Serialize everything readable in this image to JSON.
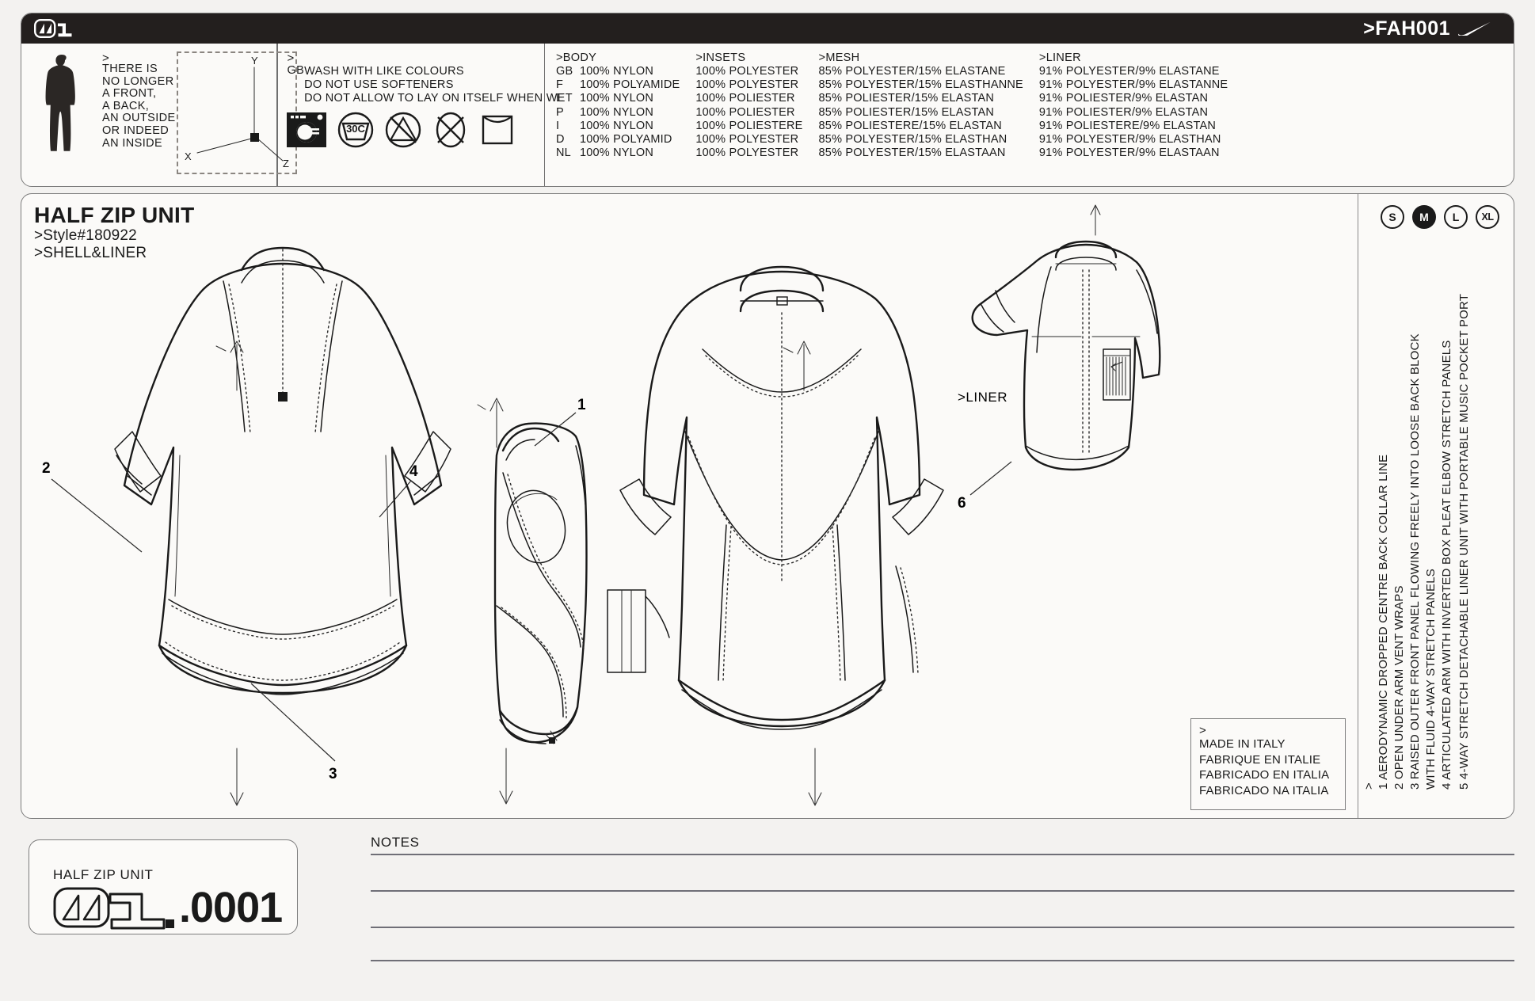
{
  "header": {
    "logo_mark": "01",
    "code": ">FAH001",
    "brand_icon": "nike-swoosh-icon",
    "manifesto": {
      "prefix": ">",
      "lines": [
        "THERE IS",
        "NO LONGER",
        "A FRONT,",
        "A BACK,",
        "AN OUTSIDE",
        "OR INDEED",
        "AN INSIDE"
      ]
    },
    "axis": {
      "x": "X",
      "y": "Y",
      "z": "Z"
    },
    "care": {
      "prefix": ">",
      "lang": "GB",
      "lines": [
        "WASH WITH LIKE COLOURS",
        "DO NOT USE SOFTENERS",
        "DO NOT ALLOW TO LAY ON ITSELF WHEN WET"
      ],
      "icons": [
        "machine-wash-icon",
        "wash-30c-icon",
        "do-not-bleach-icon",
        "do-not-tumble-dry-icon",
        "dry-flat-icon"
      ],
      "wash_temp": "30C"
    },
    "fabric_table": {
      "columns": [
        ">BODY",
        ">INSETS",
        ">MESH",
        ">LINER"
      ],
      "rows": [
        {
          "lang": "GB",
          "body": "100% NYLON",
          "insets": "100% POLYESTER",
          "mesh": "85% POLYESTER/15% ELASTANE",
          "liner": "91% POLYESTER/9% ELASTANE"
        },
        {
          "lang": "F",
          "body": "100% POLYAMIDE",
          "insets": "100% POLYESTER",
          "mesh": "85% POLYESTER/15% ELASTHANNE",
          "liner": "91% POLYESTER/9% ELASTANNE"
        },
        {
          "lang": "E",
          "body": "100% NYLON",
          "insets": "100% POLIESTER",
          "mesh": "85% POLIESTER/15% ELASTAN",
          "liner": "91% POLIESTER/9% ELASTAN"
        },
        {
          "lang": "P",
          "body": "100% NYLON",
          "insets": "100% POLIESTER",
          "mesh": "85% POLIESTER/15% ELASTAN",
          "liner": "91% POLIESTER/9% ELASTAN"
        },
        {
          "lang": "I",
          "body": "100% NYLON",
          "insets": "100% POLIESTERE",
          "mesh": "85% POLIESTERE/15% ELASTAN",
          "liner": "91% POLIESTERE/9% ELASTAN"
        },
        {
          "lang": "D",
          "body": "100% POLYAMID",
          "insets": "100% POLYESTER",
          "mesh": "85% POLYESTER/15% ELASTHAN",
          "liner": "91% POLYESTER/9% ELASTHAN"
        },
        {
          "lang": "NL",
          "body": "100% NYLON",
          "insets": "100% POLYESTER",
          "mesh": "85% POLYESTER/15% ELASTAAN",
          "liner": "91% POLYESTER/9% ELASTAAN"
        }
      ]
    }
  },
  "main": {
    "title": "HALF ZIP UNIT",
    "style": ">Style#180922",
    "construction": ">SHELL&LINER",
    "sizes": [
      "S",
      "M",
      "L",
      "XL"
    ],
    "size_selected": "M",
    "liner_label": ">LINER",
    "callouts": [
      "1",
      "2",
      "3",
      "4",
      "6"
    ],
    "features": {
      "prefix": ">",
      "items": [
        "1 AERODYNAMIC DROPPED CENTRE BACK COLLAR LINE",
        "2 OPEN UNDER ARM VENT WRAPS",
        "3 RAISED OUTER FRONT PANEL FLOWING FREELY INTO LOOSE BACK BLOCK",
        "WITH FLUID 4-WAY STRETCH PANELS",
        "4 ARTICULATED ARM WITH INVERTED BOX PLEAT ELBOW STRETCH PANELS",
        "5 4-WAY STRETCH DETACHABLE LINER UNIT WITH PORTABLE MUSIC POCKET PORT"
      ]
    },
    "made_in": {
      "prefix": ">",
      "lines": [
        "MADE IN ITALY",
        "FABRIQUE EN ITALIE",
        "FABRICADO EN ITALIA",
        "FABRICADO NA ITALIA"
      ]
    }
  },
  "footer": {
    "logo_title": "HALF ZIP UNIT",
    "logo_mark": "01",
    "doc_number": ".0001",
    "notes_label": "NOTES",
    "notes_lines": [
      "",
      "",
      "",
      ""
    ]
  }
}
